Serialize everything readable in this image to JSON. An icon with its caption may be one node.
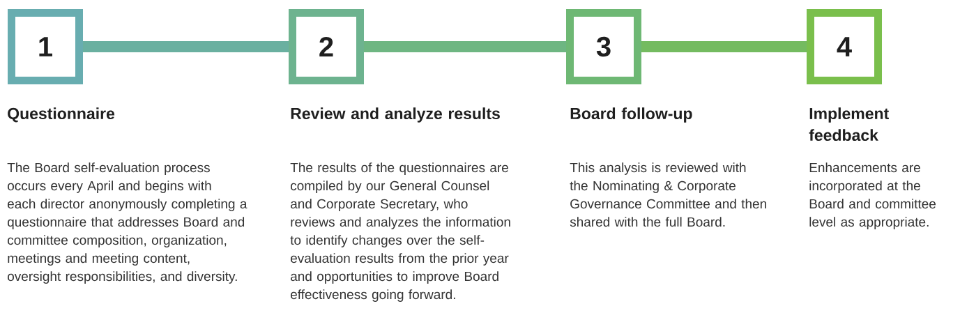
{
  "diagram": {
    "nodes": [
      {
        "text": [
          "1"
        ],
        "beside": [
          "Questionnaire",
          "The Board self-evaluation process occurs every April and begins with each director anonymously completing a questionnaire that addresses Board and committee composition, organization, meetings and meeting content, oversight responsibilities, and diversity."
        ]
      },
      {
        "text": [
          "2"
        ],
        "beside": [
          "Review and analyze results",
          "The results of the questionnaires are compiled by our General Counsel and Corporate Secretary, who reviews and analyzes the information to identify changes over the self-evaluation results from the prior year and opportunities to improve Board effectiveness going forward."
        ]
      },
      {
        "text": [
          "3"
        ],
        "beside": [
          "Board follow-up",
          "This analysis is reviewed with the Nominating & Corporate Governance Committee and then shared with the full Board."
        ]
      },
      {
        "text": [
          "4"
        ],
        "beside": [
          "Implement feedback",
          "Enhancements are incorporated at the Board and committee level as appropriate."
        ]
      }
    ],
    "edges": [
      {
        "from": 0,
        "to": 1,
        "arrow": "none"
      },
      {
        "from": 1,
        "to": 2,
        "arrow": "none"
      },
      {
        "from": 2,
        "to": 3,
        "arrow": "none"
      }
    ]
  }
}
